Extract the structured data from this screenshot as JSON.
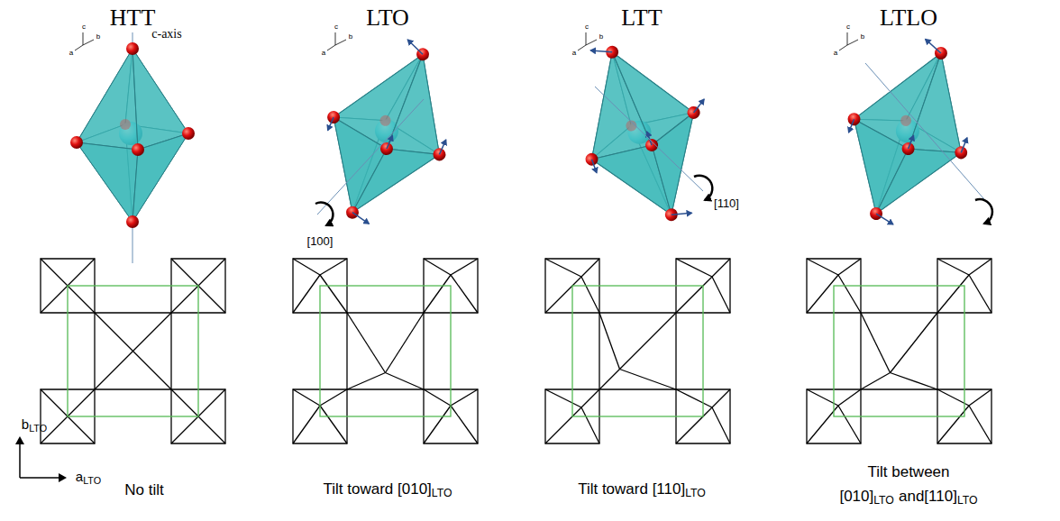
{
  "diagram": {
    "labels": [
      "HTT",
      "LTO",
      "LTT",
      "LTLO",
      "c-axis",
      "c",
      "b",
      "a",
      "c",
      "b",
      "a",
      "c",
      "b",
      "a",
      "c",
      "b",
      "a",
      "[100]",
      "[110]",
      "b",
      "LTO",
      "a",
      "LTO",
      "No tilt",
      "Tilt toward [010]",
      "LTO",
      "Tilt toward [110]",
      "LTO",
      "Tilt between",
      "[010]",
      "LTO",
      "and[110]",
      "LTO"
    ]
  }
}
